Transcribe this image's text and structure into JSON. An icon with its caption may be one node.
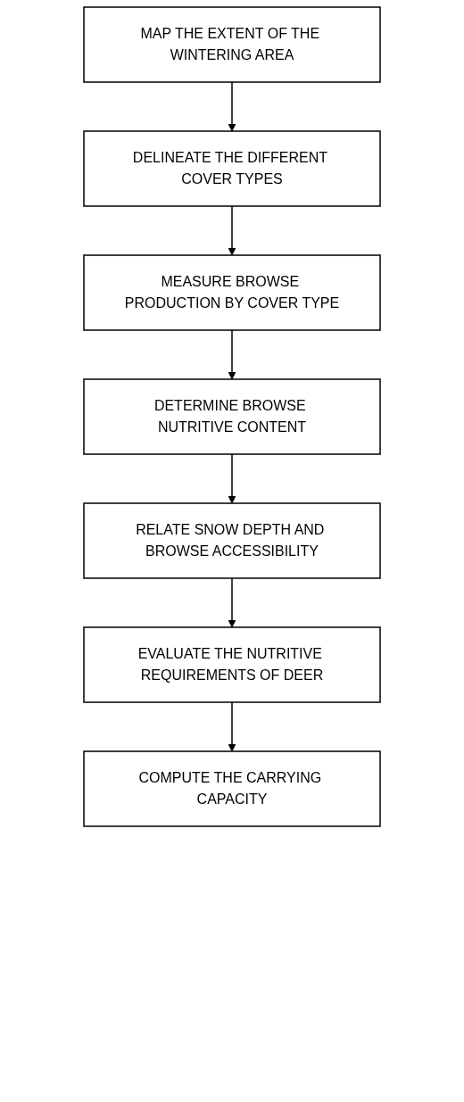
{
  "diagram": {
    "nodes": [
      {
        "text": [
          "MAP THE EXTENT OF THE WINTERING AREA"
        ]
      },
      {
        "text": [
          "DELINEATE THE DIFFERENT COVER TYPES"
        ]
      },
      {
        "text": [
          "MEASURE BROWSE PRODUCTION BY COVER TYPE"
        ]
      },
      {
        "text": [
          "DETERMINE BROWSE NUTRITIVE CONTENT"
        ]
      },
      {
        "text": [
          "RELATE SNOW DEPTH AND BROWSE ACCESSIBILITY"
        ]
      },
      {
        "text": [
          "EVALUATE THE NUTRITIVE REQUIREMENTS OF DEER"
        ]
      },
      {
        "text": [
          "COMPUTE THE CARRYING CAPACITY"
        ]
      }
    ],
    "edges": [
      {
        "from": 0,
        "to": 1,
        "arrow": "to"
      },
      {
        "from": 1,
        "to": 2,
        "arrow": "to"
      },
      {
        "from": 2,
        "to": 3,
        "arrow": "to"
      },
      {
        "from": 3,
        "to": 4,
        "arrow": "to"
      },
      {
        "from": 4,
        "to": 5,
        "arrow": "to"
      },
      {
        "from": 5,
        "to": 6,
        "arrow": "to"
      }
    ]
  }
}
